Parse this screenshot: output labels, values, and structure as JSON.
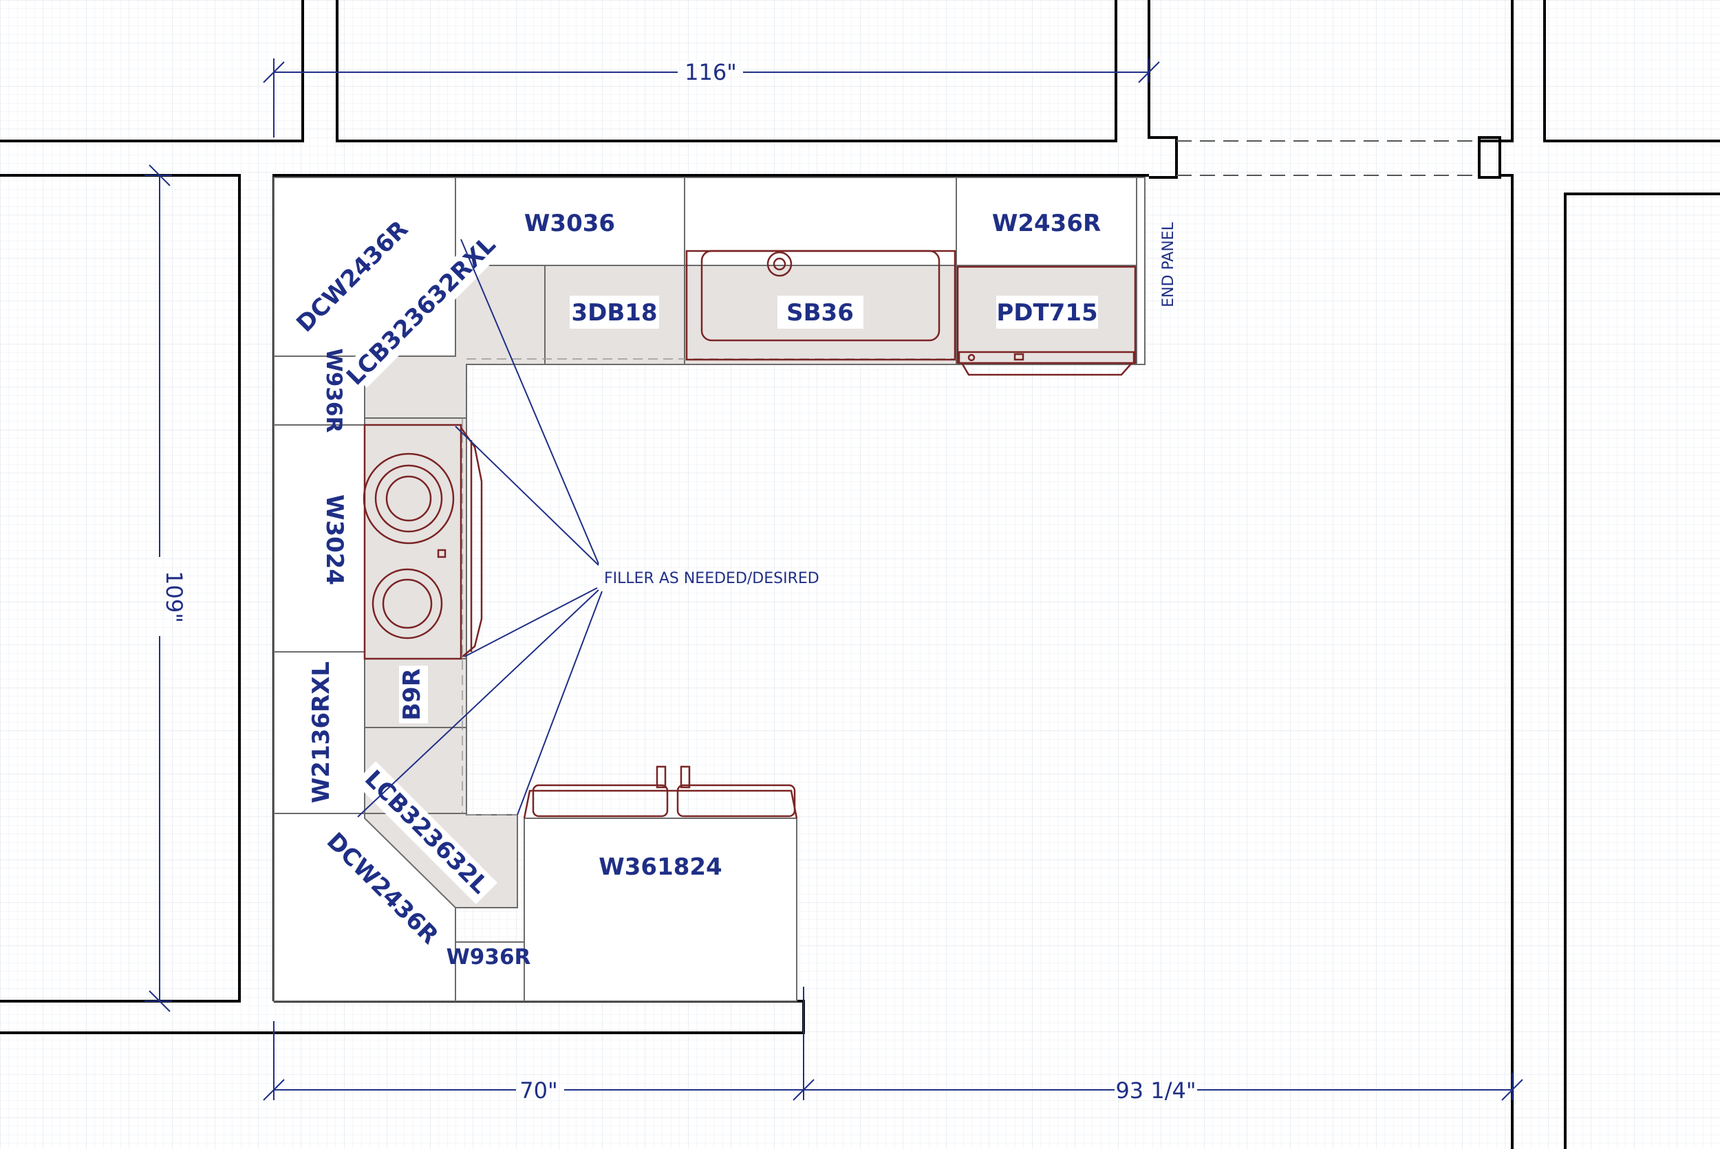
{
  "dimensions": {
    "top_width": "116\"",
    "left_height": "109\"",
    "bottom_left": "70\"",
    "bottom_right": "93 1/4\""
  },
  "cabinets": {
    "w3036": "W3036",
    "w2436r": "W2436R",
    "dcw2436r_top": "DCW2436R",
    "lcb323632rxl": "LCB323632RXL",
    "db18": "3DB18",
    "sb36": "SB36",
    "pdt715": "PDT715",
    "w936r_left": "W936R",
    "w3024": "W3024",
    "b9r": "B9R",
    "w2136rxl": "W2136RXL",
    "lcb323632l": "LCB323632L",
    "dcw2436r_bottom": "DCW2436R",
    "w936r_bottom": "W936R",
    "w361824": "W361824"
  },
  "notes": {
    "end_panel": "END PANEL",
    "filler": "FILLER AS NEEDED/DESIRED"
  },
  "colors": {
    "annotation": "#1f2f86",
    "appliance": "#7a2424",
    "base_cabinet": "#e6e2e0"
  }
}
